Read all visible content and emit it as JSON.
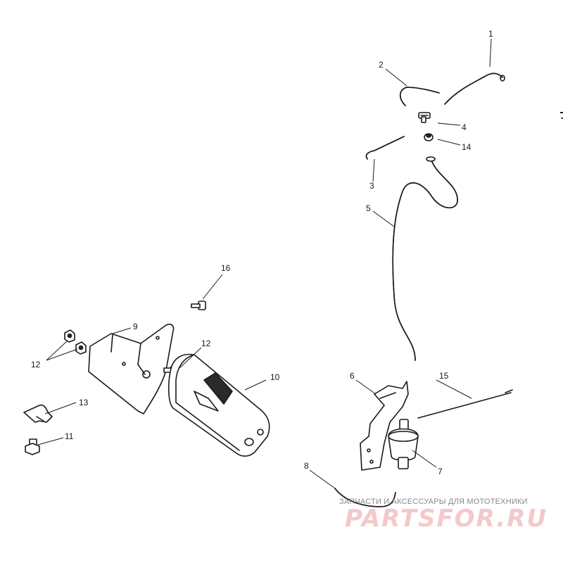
{
  "callouts": {
    "c1": "1",
    "c2": "2",
    "c3": "3",
    "c4": "4",
    "c5": "5",
    "c6": "6",
    "c7": "7",
    "c8": "8",
    "c9": "9",
    "c10": "10",
    "c11": "11",
    "c12a": "12",
    "c12b": "12",
    "c13": "13",
    "c14": "14",
    "c15": "15",
    "c16": "16"
  },
  "watermark": {
    "caption": "ЗАПЧАСТИ И АКСЕССУАРЫ ДЛЯ МОТОТЕХНИКИ",
    "logo": "PARTSFOR.RU"
  },
  "colors": {
    "line": "#1a1a1a",
    "watermark_logo": "#f3c9c9",
    "watermark_caption": "#8a8a8a"
  }
}
